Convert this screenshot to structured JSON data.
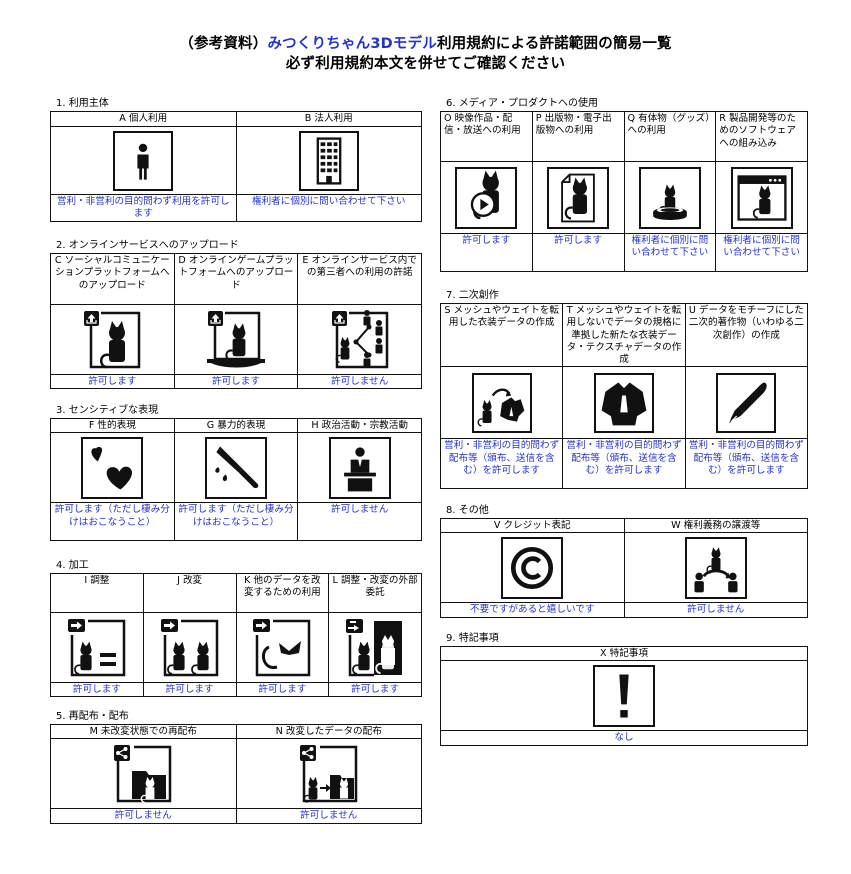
{
  "header": {
    "title_prefix": "（参考資料）",
    "title_highlight": "みつくりちゃん3Dモデル",
    "title_suffix": "利用規約による許諾範囲の簡易一覧",
    "subtitle": "必ず利用規約本文を併せてご確認ください",
    "highlight_color": "#2233cc"
  },
  "sections": {
    "s1": {
      "label": "1. 利用主体",
      "items": [
        {
          "code": "A",
          "head": "A 個人利用",
          "icon": "person-icon",
          "result": "営利・非営利の目的問わず利用を許可します"
        },
        {
          "code": "B",
          "head": "B 法人利用",
          "icon": "office-building-icon",
          "result": "権利者に個別に問い合わせて下さい"
        }
      ]
    },
    "s2": {
      "label": "2. オンラインサービスへのアップロード",
      "items": [
        {
          "code": "C",
          "head": "C ソーシャルコミュニケーションプラットフォームへのアップロード",
          "icon": "upload-avatar-icon",
          "result": "許可します"
        },
        {
          "code": "D",
          "head": "D オンラインゲームプラットフォームへのアップロード",
          "icon": "upload-game-platform-icon",
          "result": "許可します"
        },
        {
          "code": "E",
          "head": "E オンラインサービス内での第三者への利用の許諾",
          "icon": "upload-share-third-party-icon",
          "result": "許可しません"
        }
      ]
    },
    "s3": {
      "label": "3. センシティブな表現",
      "items": [
        {
          "code": "F",
          "head": "F 性的表現",
          "icon": "hearts-icon",
          "result": "許可します（ただし棲み分けはおこなうこと）"
        },
        {
          "code": "G",
          "head": "G 暴力的表現",
          "icon": "knife-blood-icon",
          "result": "許可します（ただし棲み分けはおこなうこと）"
        },
        {
          "code": "H",
          "head": "H 政治活動・宗教活動",
          "icon": "podium-speaker-icon",
          "result": "許可しません"
        }
      ]
    },
    "s4": {
      "label": "4. 加工",
      "items": [
        {
          "code": "I",
          "head": "I 調整",
          "icon": "adjust-equal-icon",
          "result": "許可します"
        },
        {
          "code": "J",
          "head": "J 改変",
          "icon": "modify-icon",
          "result": "許可します"
        },
        {
          "code": "K",
          "head": "K 他のデータを改変するための利用",
          "icon": "use-for-other-data-icon",
          "result": "許可します"
        },
        {
          "code": "L",
          "head": "L 調整・改変の外部委託",
          "icon": "outsource-icon",
          "result": "許可します"
        }
      ]
    },
    "s5": {
      "label": "5. 再配布・配布",
      "items": [
        {
          "code": "M",
          "head": "M 未改変状態での再配布",
          "icon": "share-folder-icon",
          "result": "許可しません"
        },
        {
          "code": "N",
          "head": "N 改変したデータの配布",
          "icon": "share-modified-icon",
          "result": "許可しません"
        }
      ]
    },
    "s6": {
      "label": "6. メディア・プロダクトへの使用",
      "items": [
        {
          "code": "O",
          "head": "O 映像作品・配信・放送への利用",
          "icon": "video-play-icon",
          "result": "許可します"
        },
        {
          "code": "P",
          "head": "P 出版物・電子出版物への利用",
          "icon": "publication-icon",
          "result": "許可します"
        },
        {
          "code": "Q",
          "head": "Q 有体物（グッズ）への利用",
          "icon": "figure-goods-icon",
          "result": "権利者に個別に問い合わせて下さい"
        },
        {
          "code": "R",
          "head": "R 製品開発等のためのソフトウェアへの組み込み",
          "icon": "software-window-icon",
          "result": "権利者に個別に問い合わせて下さい"
        }
      ]
    },
    "s7": {
      "label": "7. 二次創作",
      "items": [
        {
          "code": "S",
          "head": "S メッシュやウェイトを転用した衣装データの作成",
          "icon": "costume-transfer-icon",
          "result": "営利・非営利の目的問わず配布等（頒布、送信を含む）を許可します"
        },
        {
          "code": "T",
          "head": "T メッシュやウェイトを転用しないでデータの規格に準拠した新たな衣装データ・テクスチャデータの作成",
          "icon": "costume-icon",
          "result": "営利・非営利の目的問わず配布等（頒布、送信を含む）を許可します"
        },
        {
          "code": "U",
          "head": "U データをモチーフにした二次的著作物（いわゆる二次創作）の作成",
          "icon": "pen-nib-icon",
          "result": "営利・非営利の目的問わず配布等（頒布、送信を含む）を許可します"
        }
      ]
    },
    "s8": {
      "label": "8. その他",
      "items": [
        {
          "code": "V",
          "head": "V クレジット表記",
          "icon": "copyright-icon",
          "result": "不要ですがあると嬉しいです"
        },
        {
          "code": "W",
          "head": "W 権利義務の譲渡等",
          "icon": "rights-transfer-icon",
          "result": "許可しません"
        }
      ]
    },
    "s9": {
      "label": "9. 特記事項",
      "items": [
        {
          "code": "X",
          "head": "X 特記事項",
          "icon": "exclamation-icon",
          "result": "なし"
        }
      ]
    }
  }
}
